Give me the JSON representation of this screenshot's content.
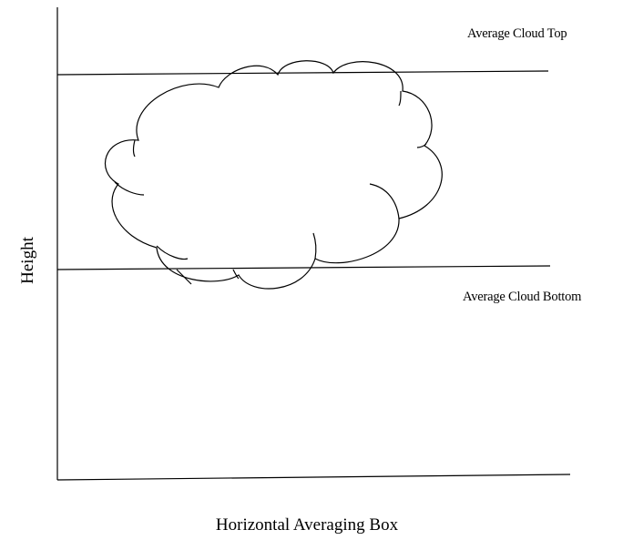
{
  "labels": {
    "cloud_top": "Average Cloud Top",
    "cloud_bottom": "Average Cloud Bottom",
    "y_axis": "Height",
    "x_axis": "Horizontal Averaging Box"
  },
  "colors": {
    "line": "#000000",
    "background": "#ffffff"
  }
}
